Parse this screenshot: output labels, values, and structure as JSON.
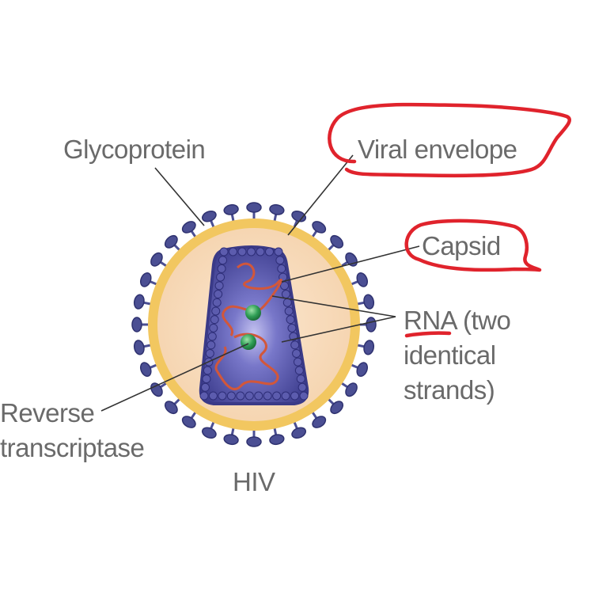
{
  "labels": {
    "glycoprotein": "Glycoprotein",
    "viral_envelope": "Viral envelope",
    "capsid": "Capsid",
    "rna_line1": "RNA (two",
    "rna_line2": "identical",
    "rna_line3": "strands)",
    "reverse_line1": "Reverse",
    "reverse_line2": "transcriptase",
    "virus_name": "HIV"
  },
  "colors": {
    "label_text": "#6a6a6a",
    "leader_line": "#333333",
    "envelope_ring": "#f2c760",
    "envelope_fill": "#f7d8b6",
    "capsid": "#4a4a9e",
    "capsid_bead": "#5c5cae",
    "rna": "#d2573a",
    "reverse_transcriptase": "#2f9e55",
    "glycoprotein": "#4b4f93",
    "annotation_pen": "#e0232c"
  },
  "icons": {
    "glycoprotein": "spike-knob-icon",
    "reverse_transcriptase": "green-sphere-icon"
  }
}
